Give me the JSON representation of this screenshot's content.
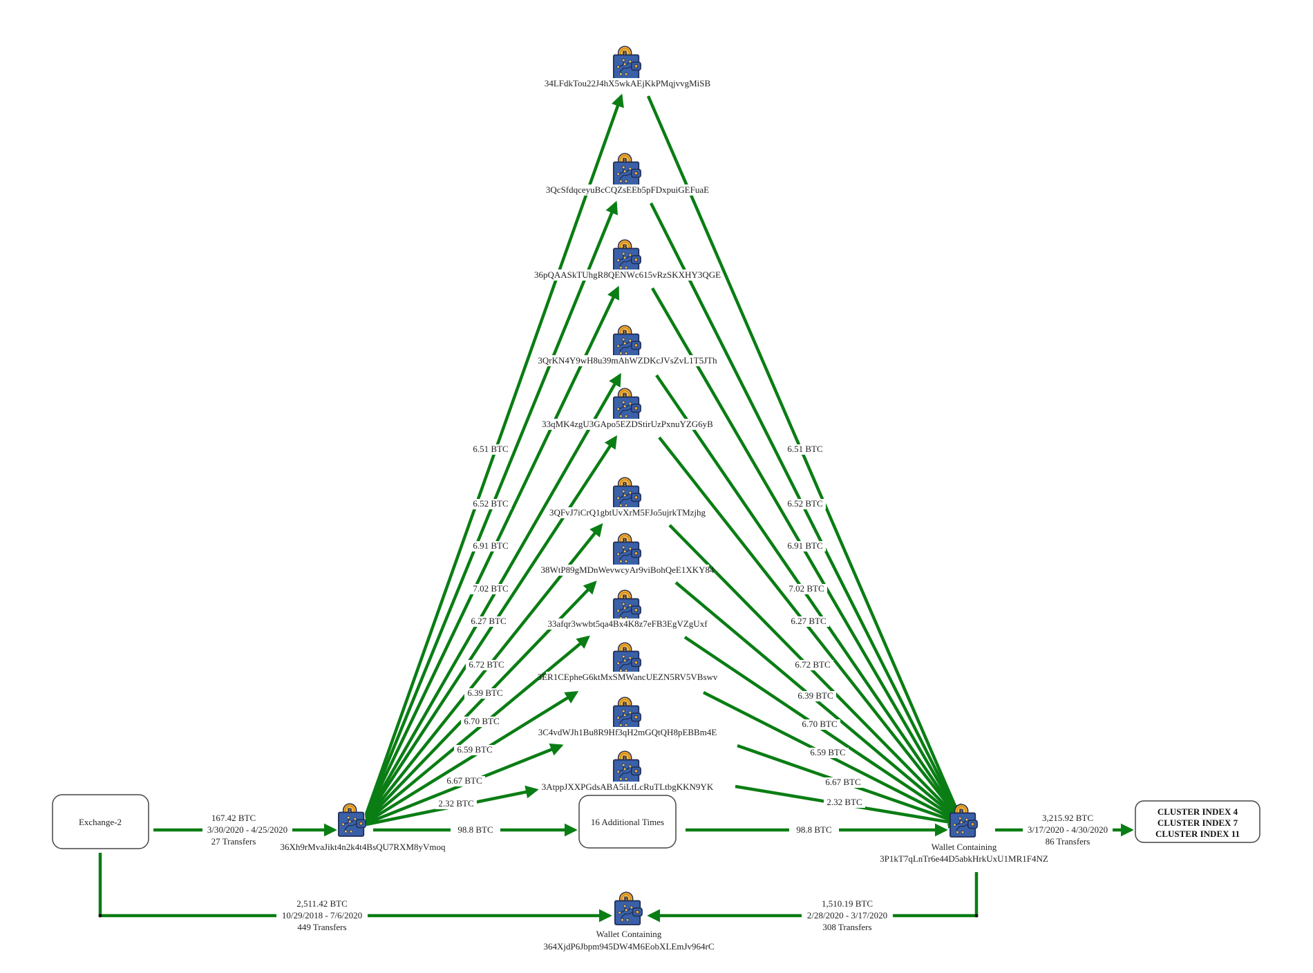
{
  "colors": {
    "edge": "#0a7d14",
    "wallet_body": "#3a60a8",
    "wallet_outline": "#1f2c55",
    "coin": "#f0a62a",
    "box_stroke": "#444444",
    "text": "#222222"
  },
  "source_entity": {
    "label": "Exchange-2"
  },
  "source_wallet": {
    "icon": "bitcoin-wallet-icon",
    "address": "36Xh9rMvaJikt4n2k4t4BsQU7RXM8yVmoq",
    "incoming": {
      "amount": "167.42 BTC",
      "date_range": "3/30/2020 - 4/25/2020",
      "transfers": "27 Transfers"
    }
  },
  "intermediates": [
    {
      "address": "34LFdkTou22J4hX5wkAEjKkPMqjvvgMiSB",
      "in_amount": "6.51 BTC",
      "out_amount": "6.51 BTC"
    },
    {
      "address": "3QcSfdqceyuBcCQZsEEb5pFDxpuiGEFuaE",
      "in_amount": "6.52 BTC",
      "out_amount": "6.52 BTC"
    },
    {
      "address": "36pQAASkTUhgR8QENWc615vRzSKXHY3QGE",
      "in_amount": "6.91 BTC",
      "out_amount": "6.91 BTC"
    },
    {
      "address": "3QrKN4Y9wH8u39mAhWZDKcJVsZvL1T5JTh",
      "in_amount": "7.02 BTC",
      "out_amount": "7.02 BTC"
    },
    {
      "address": "33qMK4zgU3GApo5EZDStirUzPxnuYZG6yB",
      "in_amount": "6.27 BTC",
      "out_amount": "6.27 BTC"
    },
    {
      "address": "3QFvJ7iCrQ1gbtUvXrM5FJo5ujrkTMzjhg",
      "in_amount": "6.72 BTC",
      "out_amount": "6.72 BTC"
    },
    {
      "address": "38WtP89gMDnWevwcyAr9viBohQeE1XKY84",
      "in_amount": "6.39 BTC",
      "out_amount": "6.39 BTC"
    },
    {
      "address": "33afqr3wwbt5qa4Bx4K8z7eFB3EgVZgUxf",
      "in_amount": "6.70 BTC",
      "out_amount": "6.70 BTC"
    },
    {
      "address": "3ER1CEpheG6ktMxSMWancUEZN5RV5VBswv",
      "in_amount": "6.59 BTC",
      "out_amount": "6.59 BTC"
    },
    {
      "address": "3C4vdWJh1Bu8R9Hf3qH2mGQtQH8pEBBm4E",
      "in_amount": "6.67 BTC",
      "out_amount": "6.67 BTC"
    },
    {
      "address": "3AtppJXXPGdsABA5iLtLcRuTLtbgKKN9YK",
      "in_amount": "2.32 BTC",
      "out_amount": "2.32 BTC"
    }
  ],
  "additional_box": {
    "label": "16 Additional Times",
    "in_amount": "98.8 BTC",
    "out_amount": "98.8 BTC"
  },
  "destination_wallet": {
    "icon": "bitcoin-wallet-icon",
    "title": "Wallet Containing",
    "address": "3P1kT7qLnTr6e44D5abkHrkUxU1MR1F4NZ",
    "outgoing": {
      "amount": "3,215.92 BTC",
      "date_range": "3/17/2020 - 4/30/2020",
      "transfers": "86 Transfers"
    }
  },
  "cluster_box": {
    "lines": [
      "CLUSTER INDEX 4",
      "CLUSTER INDEX 7",
      "CLUSTER INDEX 11"
    ]
  },
  "bottom_wallet": {
    "icon": "bitcoin-wallet-icon",
    "title": "Wallet Containing",
    "address": "364XjdP6Jbpm945DW4M6EobXLEmJv964rC",
    "from_exchange": {
      "amount": "2,511.42 BTC",
      "date_range": "10/29/2018 - 7/6/2020",
      "transfers": "449 Transfers"
    },
    "from_destination": {
      "amount": "1,510.19 BTC",
      "date_range": "2/28/2020 - 3/17/2020",
      "transfers": "308 Transfers"
    }
  }
}
